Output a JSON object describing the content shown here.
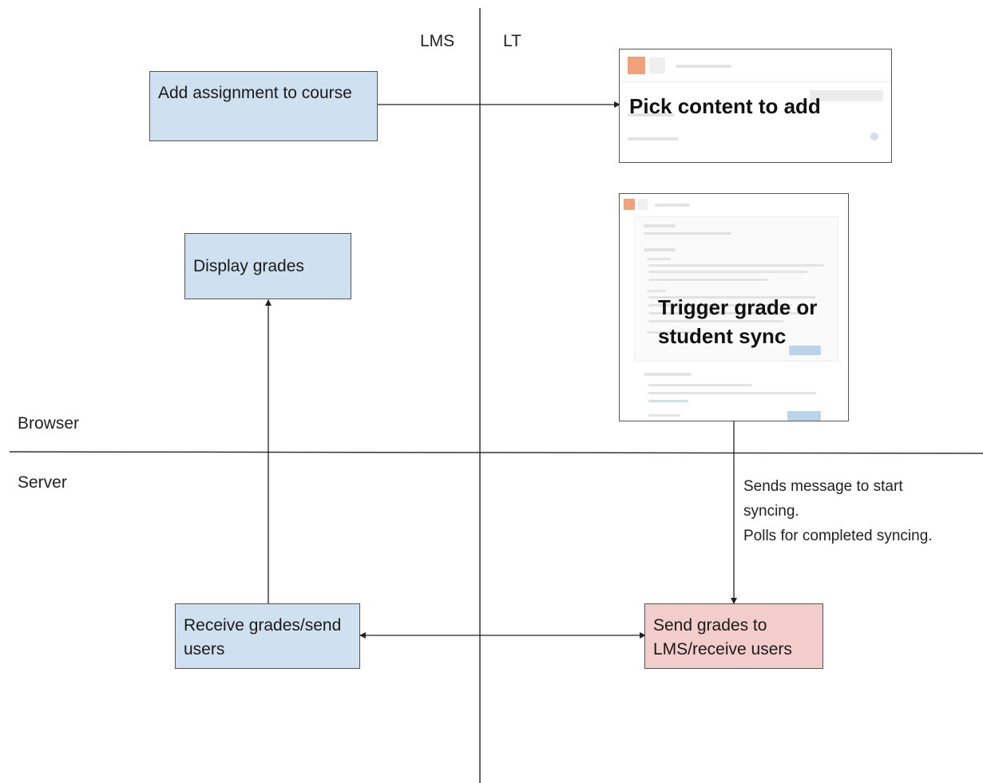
{
  "lanes": {
    "lms_label": "LMS",
    "lt_label": "LT",
    "browser_label": "Browser",
    "server_label": "Server"
  },
  "boxes": {
    "add_assignment": "Add assignment to course",
    "display_grades": "Display grades",
    "receive_grades": "Receive grades/send users",
    "send_grades": "Send grades to LMS/receive users"
  },
  "screenshots": {
    "pick_content": "Pick content to add",
    "trigger_sync": "Trigger grade or student sync"
  },
  "sync_note": {
    "line1": "Sends message to start",
    "line2": "syncing.",
    "line3": "Polls for completed syncing."
  },
  "colors": {
    "lms_box": "#cfe0f1",
    "lt_box": "#f3cccc",
    "line": "#333333"
  }
}
